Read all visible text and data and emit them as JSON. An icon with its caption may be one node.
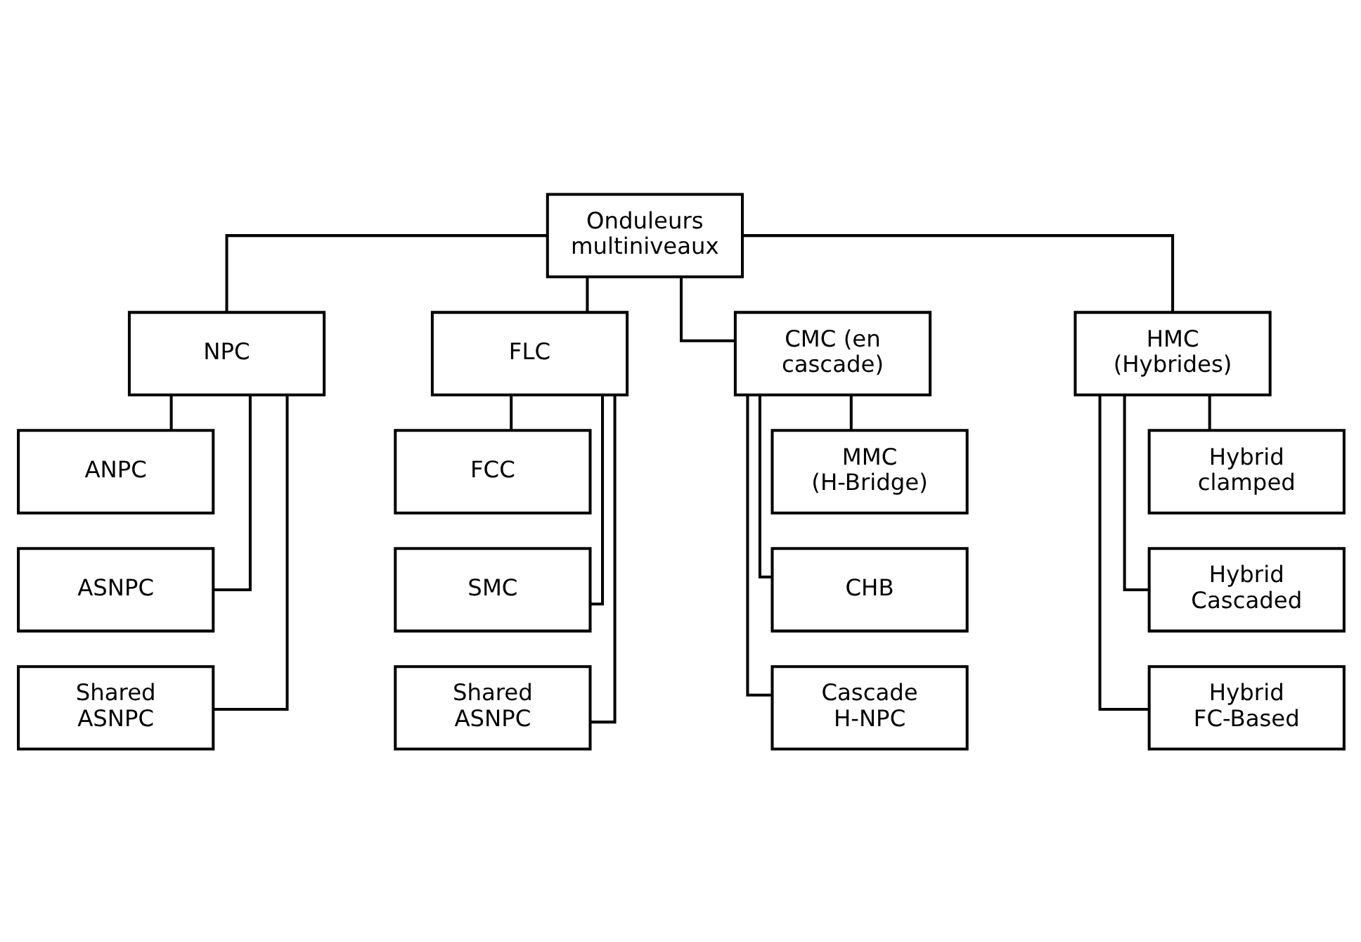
{
  "diagram": {
    "nodes": [
      {
        "text": [
          "Onduleurs multiniveaux"
        ]
      },
      {
        "text": [
          "NPC"
        ]
      },
      {
        "text": [
          "FLC"
        ]
      },
      {
        "text": [
          "CMC (en cascade)"
        ]
      },
      {
        "text": [
          "HMC (Hybrides)"
        ]
      },
      {
        "text": [
          "ANPC"
        ]
      },
      {
        "text": [
          "FCC"
        ]
      },
      {
        "text": [
          "MMC (H-Bridge)"
        ]
      },
      {
        "text": [
          "Hybrid clamped"
        ]
      },
      {
        "text": [
          "ASNPC"
        ]
      },
      {
        "text": [
          "SMC"
        ]
      },
      {
        "text": [
          "CHB"
        ]
      },
      {
        "text": [
          "Hybrid Cascaded"
        ]
      },
      {
        "text": [
          "Shared ASNPC"
        ]
      },
      {
        "text": [
          "Shared ASNPC"
        ]
      },
      {
        "text": [
          "Cascade H-NPC"
        ]
      },
      {
        "text": [
          "Hybrid FC-Based"
        ]
      }
    ],
    "edges": [
      {
        "from": 0,
        "to": 1,
        "arrow": "none"
      },
      {
        "from": 0,
        "to": 2,
        "arrow": "none"
      },
      {
        "from": 0,
        "to": 3,
        "arrow": "none"
      },
      {
        "from": 0,
        "to": 4,
        "arrow": "none"
      },
      {
        "from": 1,
        "to": 5,
        "arrow": "none"
      },
      {
        "from": 1,
        "to": 9,
        "arrow": "none"
      },
      {
        "from": 1,
        "to": 13,
        "arrow": "none"
      },
      {
        "from": 2,
        "to": 6,
        "arrow": "none"
      },
      {
        "from": 2,
        "to": 10,
        "arrow": "none"
      },
      {
        "from": 2,
        "to": 14,
        "arrow": "none"
      },
      {
        "from": 3,
        "to": 7,
        "arrow": "none"
      },
      {
        "from": 3,
        "to": 11,
        "arrow": "none"
      },
      {
        "from": 3,
        "to": 15,
        "arrow": "none"
      },
      {
        "from": 4,
        "to": 8,
        "arrow": "none"
      },
      {
        "from": 4,
        "to": 12,
        "arrow": "none"
      },
      {
        "from": 4,
        "to": 16,
        "arrow": "none"
      }
    ]
  }
}
